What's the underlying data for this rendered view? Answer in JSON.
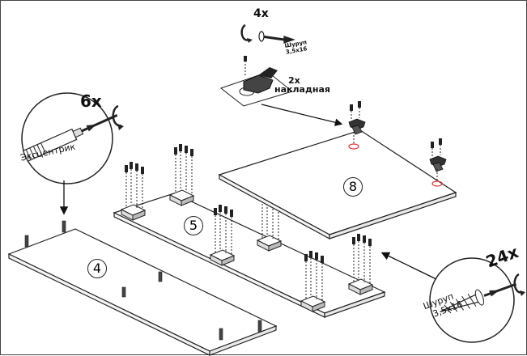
{
  "callouts": {
    "eccentric": {
      "count": "6x",
      "label": "Эксцентрик"
    },
    "hinge": {
      "count": "2x",
      "label": "накладная"
    },
    "hinge_screw": {
      "count": "4x",
      "label_line1": "Шуруп",
      "label_line2": "3,5x16"
    },
    "screw": {
      "count": "24x",
      "label_line1": "Шуруп",
      "label_line2": "3,5x16"
    }
  },
  "panels": {
    "p4": "4",
    "p5": "5",
    "p8": "8"
  }
}
